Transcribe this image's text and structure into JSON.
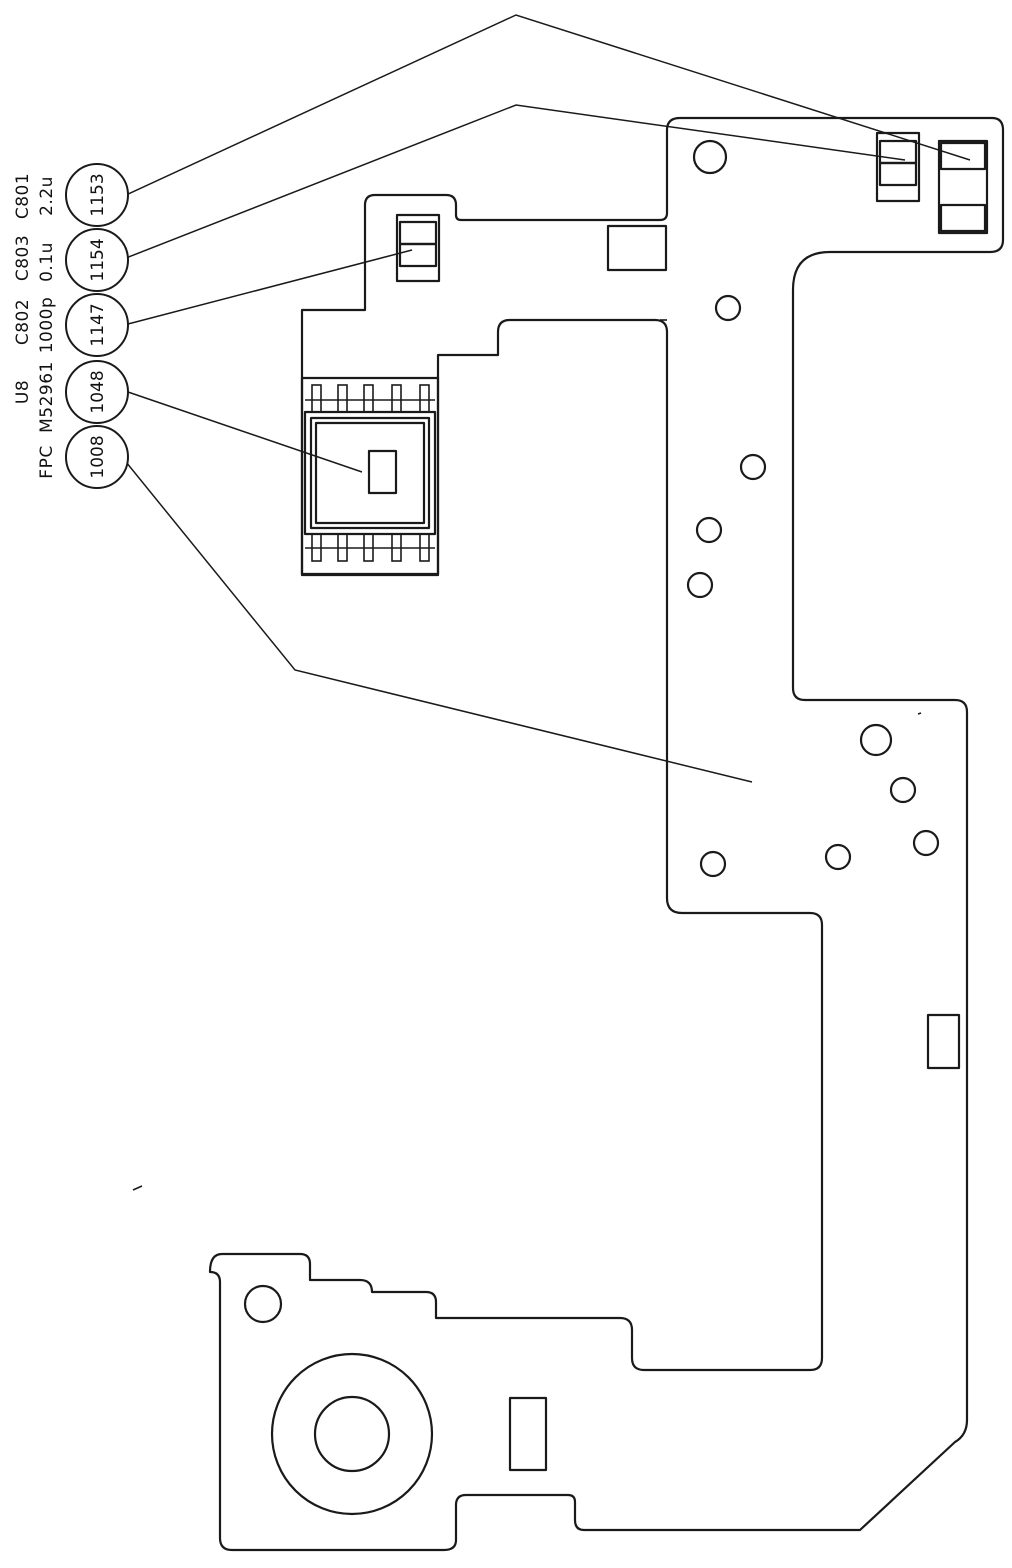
{
  "callouts": [
    {
      "ref": "FPC",
      "value": "",
      "code": "1008"
    },
    {
      "ref": "U8",
      "value": "M52961",
      "code": "1048"
    },
    {
      "ref": "C802",
      "value": "1000p",
      "code": "1147"
    },
    {
      "ref": "C803",
      "value": "0.1u",
      "code": "1154"
    },
    {
      "ref": "C801",
      "value": "2.2u",
      "code": "1153"
    }
  ]
}
